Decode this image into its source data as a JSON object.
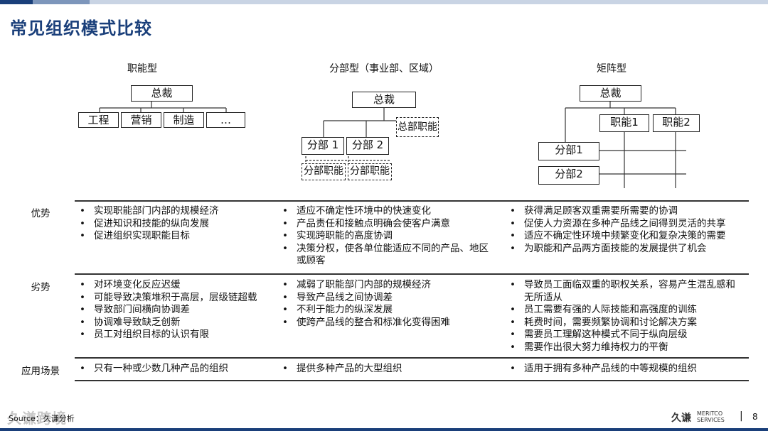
{
  "title": "常见组织模式比较",
  "columns": [
    "职能型",
    "分部型（事业部、区域）",
    "矩阵型"
  ],
  "diagram": {
    "functional": {
      "top": "总裁",
      "children": [
        "工程",
        "营销",
        "制造",
        "…"
      ]
    },
    "divisional": {
      "top": "总裁",
      "hq": "总部职能",
      "divisions": [
        "分部 1",
        "分部 2"
      ],
      "div_functions": [
        "分部职能",
        "分部职能"
      ]
    },
    "matrix": {
      "top": "总裁",
      "functions": [
        "职能1",
        "职能2"
      ],
      "divisions": [
        "分部1",
        "分部2"
      ]
    }
  },
  "rows": [
    {
      "label": "优势",
      "cells": [
        [
          "实现职能部门内部的规模经济",
          "促进知识和技能的纵向发展",
          "促进组织实现职能目标"
        ],
        [
          "适应不确定性环境中的快速变化",
          "产品责任和接触点明确会使客户满意",
          "实现跨职能的高度协调",
          "决策分权，使各单位能适应不同的产品、地区或顾客"
        ],
        [
          "获得满足顾客双重需要所需要的协调",
          "促使人力资源在多种产品线之间得到灵活的共享",
          "适应不确定性环境中频繁变化和复杂决策的需要",
          "为职能和产品两方面技能的发展提供了机会"
        ]
      ]
    },
    {
      "label": "劣势",
      "cells": [
        [
          "对环境变化反应迟缓",
          "可能导致决策堆积于高层，层级链超载",
          "导致部门间横向协调差",
          "协调难导致缺乏创新",
          "员工对组织目标的认识有限"
        ],
        [
          "减弱了职能部门内部的规模经济",
          "导致产品线之间协调差",
          "不利于能力的纵深发展",
          "使跨产品线的整合和标准化变得困难"
        ],
        [
          "导致员工面临双重的职权关系，容易产生混乱感和无所适从",
          "员工需要有强的人际技能和高强度的训练",
          "耗费时间，需要频繁协调和讨论解决方案",
          "需要员工理解这种模式不同于纵向层级",
          "需要作出很大努力维持权力的平衡"
        ]
      ]
    },
    {
      "label": "应用场景",
      "cells": [
        [
          "只有一种或少数几种产品的组织"
        ],
        [
          "提供多种产品的大型组织"
        ],
        [
          "适用于拥有多种产品线的中等规模的组织"
        ]
      ]
    }
  ],
  "footer": {
    "source": "Source：久谦分析",
    "watermark": "久谦跨境",
    "logo_main": "久谦",
    "logo_sub": [
      "MERITCO",
      "SERVICES"
    ],
    "separator": "|",
    "page": "8"
  },
  "colors": {
    "title": "#1a3f7a",
    "bar_dark": "#1a3f7a",
    "bar_mid": "#7d96bb",
    "bar_light": "#c9d4e4"
  }
}
